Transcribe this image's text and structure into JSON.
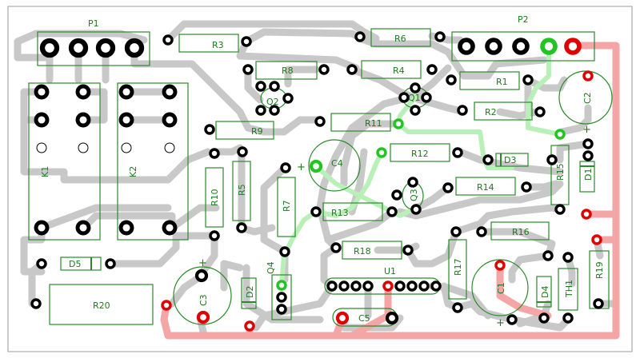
{
  "board": {
    "connectors": [
      "P1",
      "P2"
    ],
    "relays": [
      "K1",
      "K2"
    ],
    "resistors": [
      "R1",
      "R2",
      "R3",
      "R4",
      "R5",
      "R6",
      "R7",
      "R8",
      "R9",
      "R10",
      "R11",
      "R12",
      "R13",
      "R14",
      "R15",
      "R16",
      "R17",
      "R18",
      "R19",
      "R20"
    ],
    "capacitors": [
      "C1",
      "C2",
      "C3",
      "C4",
      "C5"
    ],
    "transistors": [
      "Q1",
      "Q2",
      "Q3",
      "Q4"
    ],
    "diodes": [
      "D1",
      "D2",
      "D3",
      "D4",
      "D5"
    ],
    "ic": "U1",
    "thermistor": "TH1",
    "polarity_mark": "+",
    "colors": {
      "background": "#ffffff",
      "outline": "#2a8a2a",
      "trace_gray": "#c8c8c8",
      "trace_red": "#f4a6a6",
      "trace_green": "#b8f0b8",
      "pad_black": "#000000",
      "pad_red": "#e00000",
      "pad_green": "#22c422"
    }
  }
}
